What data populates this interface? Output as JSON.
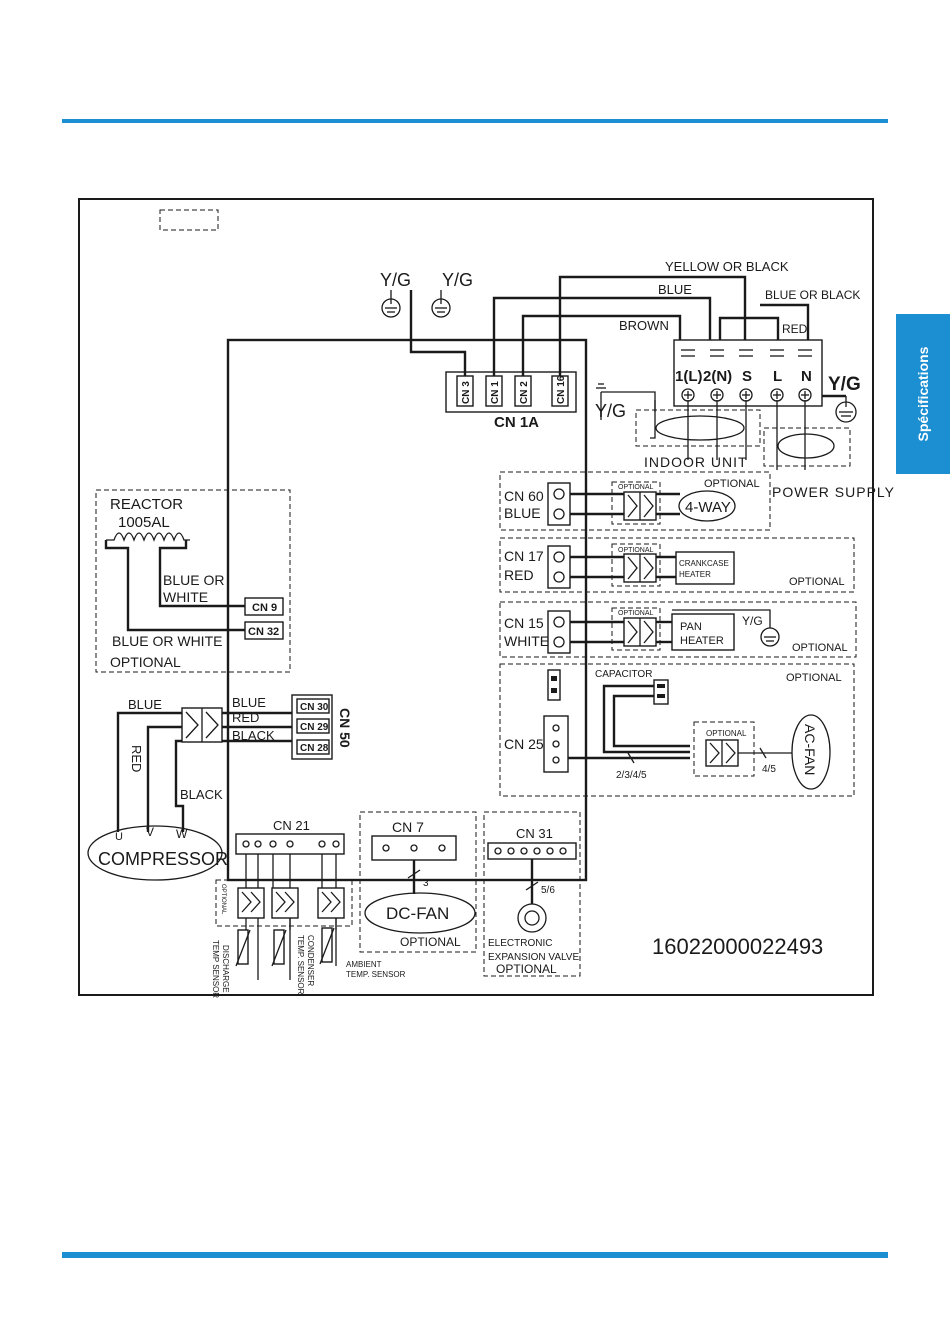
{
  "page": {
    "side_tab": "Spécifications"
  },
  "diagram": {
    "ground_labels": [
      "Y/G",
      "Y/G",
      "Y/G",
      "Y/G",
      "Y/G"
    ],
    "wire_colors_top": {
      "yellow_or_black": "YELLOW OR BLACK",
      "blue": "BLUE",
      "blue_or_black": "BLUE OR BLACK",
      "brown": "BROWN",
      "red": "RED"
    },
    "cn1a": {
      "label": "CN 1A",
      "pins": [
        "CN 3",
        "CN 1",
        "CN 2",
        "CN 16"
      ]
    },
    "terminal_block": {
      "labels": [
        "1(L)",
        "2(N)",
        "S",
        "L",
        "N"
      ]
    },
    "indoor_unit": "INDOOR UNIT",
    "power_supply": "POWER SUPPLY",
    "reactor": {
      "title": "REACTOR",
      "model": "1005AL",
      "wire1": [
        "BLUE OR",
        "WHITE"
      ],
      "wire2": "BLUE OR WHITE",
      "optional": "OPTIONAL",
      "cn9": "CN 9",
      "cn32": "CN 32"
    },
    "compressor": {
      "label": "COMPRESSOR",
      "u": "U",
      "v": "V",
      "w": "W",
      "blue": "BLUE",
      "red": "RED",
      "black": "BLACK"
    },
    "cn50": {
      "label": "CN 50",
      "pins": [
        "CN 30",
        "CN 29",
        "CN 28"
      ],
      "wires": [
        "BLUE",
        "RED",
        "BLACK"
      ]
    },
    "cn60": {
      "name": "CN 60",
      "color": "BLUE",
      "optional_small": "OPTIONAL",
      "device": "4-WAY",
      "optional": "OPTIONAL"
    },
    "cn17": {
      "name": "CN 17",
      "color": "RED",
      "optional_small": "OPTIONAL",
      "device": [
        "CRANKCASE",
        "HEATER"
      ],
      "optional": "OPTIONAL"
    },
    "cn15": {
      "name": "CN 15",
      "color": "WHITE",
      "optional_small": "OPTIONAL",
      "device": [
        "PAN",
        "HEATER"
      ],
      "ground": "Y/G",
      "optional": "OPTIONAL"
    },
    "cn25": {
      "name": "CN 25",
      "capacitor": "CAPACITOR",
      "optional": "OPTIONAL",
      "optional_small": "OPTIONAL",
      "wire_count": "2/3/4/5",
      "wire_count2": "4/5",
      "fan": "AC-FAN"
    },
    "cn21": {
      "name": "CN 21",
      "optional_small": "OPTIONAL",
      "sensors": [
        [
          "DISCHARGE",
          "TEMP SENSOR"
        ],
        [
          "CONDENSER",
          "TEMP. SENSOR"
        ],
        [
          "AMBIENT",
          "TEMP. SENSOR"
        ]
      ]
    },
    "cn7": {
      "name": "CN 7",
      "wire_count": "3",
      "fan": "DC-FAN",
      "optional": "OPTIONAL"
    },
    "cn31": {
      "name": "CN 31",
      "wire_count": "5/6",
      "valve": [
        "ELECTRONIC",
        "EXPANSION VALVE"
      ],
      "optional": "OPTIONAL"
    },
    "part_number": "16022000022493"
  }
}
